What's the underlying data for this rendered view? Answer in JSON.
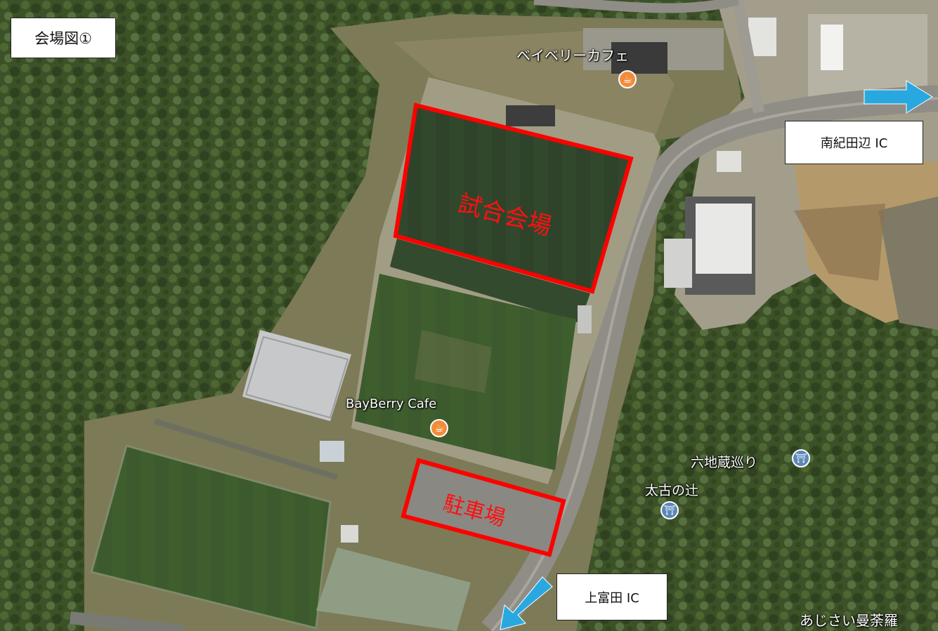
{
  "map_title": "会場図①",
  "zones": {
    "match_venue": "試合会場",
    "parking": "駐車場"
  },
  "directions": {
    "north_ic": "南紀田辺 IC",
    "south_ic": "上富田 IC"
  },
  "places": {
    "cafe_jp": "ベイベリーカフェ",
    "cafe_en": "BayBerry Cafe",
    "rokujizo": "六地蔵巡り",
    "taiko": "太古の辻",
    "ajisai": "あじさい曼荼羅"
  },
  "icons": {
    "cafe": "coffee-cup-icon",
    "shrine": "torii-icon",
    "arrow": "direction-arrow-icon"
  },
  "colors": {
    "highlight": "#ff0000",
    "arrow": "#29a8e0",
    "cafe_pin": "#f28c3a",
    "shrine_pin": "#5c87b8"
  }
}
